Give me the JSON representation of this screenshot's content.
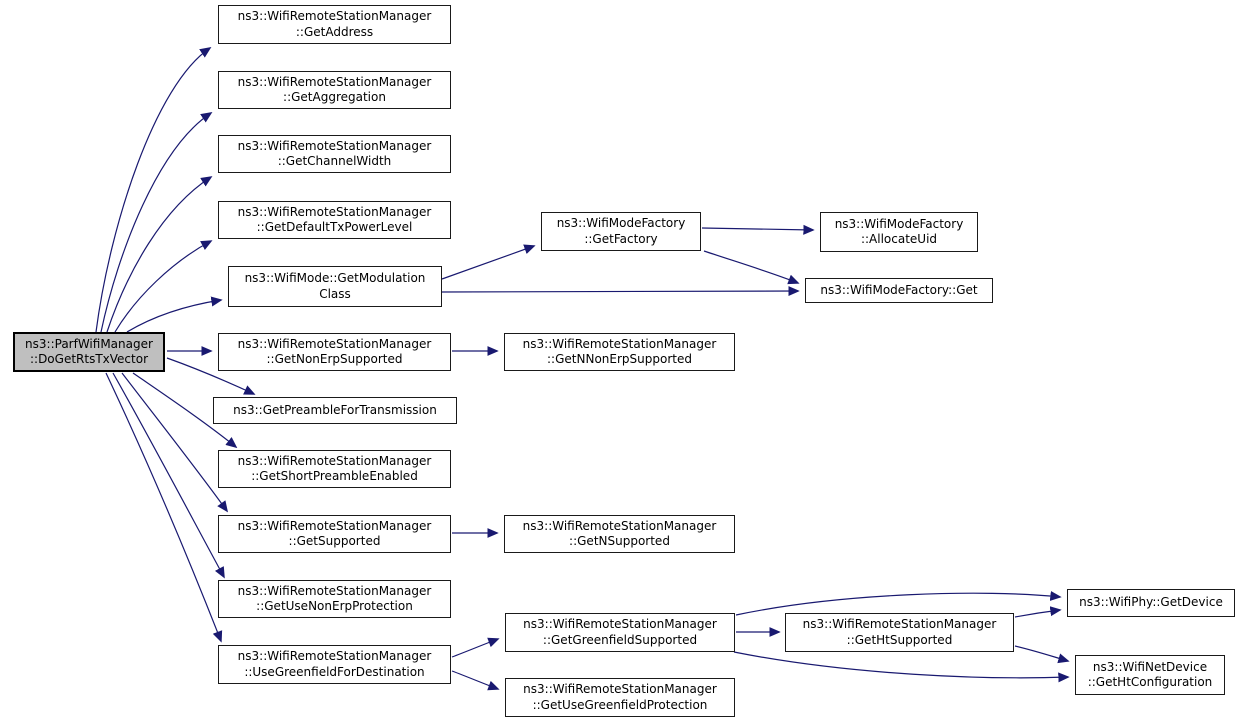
{
  "diagram": {
    "type": "doxygen-call-graph",
    "colors": {
      "edge": "#191970",
      "node_fill": "#ffffff",
      "node_border": "#1a1a1a",
      "root_fill": "#bfbfbf",
      "background": "#ffffff"
    },
    "nodes": {
      "root": {
        "lines": [
          "ns3::ParfWifiManager",
          "::DoGetRtsTxVector"
        ]
      },
      "get_address": {
        "lines": [
          "ns3::WifiRemoteStationManager",
          "::GetAddress"
        ]
      },
      "get_aggregation": {
        "lines": [
          "ns3::WifiRemoteStationManager",
          "::GetAggregation"
        ]
      },
      "get_channel_width": {
        "lines": [
          "ns3::WifiRemoteStationManager",
          "::GetChannelWidth"
        ]
      },
      "get_default_tx_power_level": {
        "lines": [
          "ns3::WifiRemoteStationManager",
          "::GetDefaultTxPowerLevel"
        ]
      },
      "get_modulation_class": {
        "lines": [
          "ns3::WifiMode::GetModulation",
          "Class"
        ]
      },
      "get_non_erp_supported": {
        "lines": [
          "ns3::WifiRemoteStationManager",
          "::GetNonErpSupported"
        ]
      },
      "get_preamble_for_transmission": {
        "lines": [
          "ns3::GetPreambleForTransmission"
        ]
      },
      "get_short_preamble_enabled": {
        "lines": [
          "ns3::WifiRemoteStationManager",
          "::GetShortPreambleEnabled"
        ]
      },
      "get_supported": {
        "lines": [
          "ns3::WifiRemoteStationManager",
          "::GetSupported"
        ]
      },
      "get_use_non_erp_protection": {
        "lines": [
          "ns3::WifiRemoteStationManager",
          "::GetUseNonErpProtection"
        ]
      },
      "use_greenfield_for_destination": {
        "lines": [
          "ns3::WifiRemoteStationManager",
          "::UseGreenfieldForDestination"
        ]
      },
      "get_factory": {
        "lines": [
          "ns3::WifiModeFactory",
          "::GetFactory"
        ]
      },
      "allocate_uid": {
        "lines": [
          "ns3::WifiModeFactory",
          "::AllocateUid"
        ]
      },
      "wifi_mode_factory_get": {
        "lines": [
          "ns3::WifiModeFactory::Get"
        ]
      },
      "get_n_non_erp_supported": {
        "lines": [
          "ns3::WifiRemoteStationManager",
          "::GetNNonErpSupported"
        ]
      },
      "get_n_supported": {
        "lines": [
          "ns3::WifiRemoteStationManager",
          "::GetNSupported"
        ]
      },
      "get_greenfield_supported": {
        "lines": [
          "ns3::WifiRemoteStationManager",
          "::GetGreenfieldSupported"
        ]
      },
      "get_use_greenfield_protection": {
        "lines": [
          "ns3::WifiRemoteStationManager",
          "::GetUseGreenfieldProtection"
        ]
      },
      "get_ht_supported": {
        "lines": [
          "ns3::WifiRemoteStationManager",
          "::GetHtSupported"
        ]
      },
      "get_device": {
        "lines": [
          "ns3::WifiPhy::GetDevice"
        ]
      },
      "get_ht_configuration": {
        "lines": [
          "ns3::WifiNetDevice",
          "::GetHtConfiguration"
        ]
      }
    },
    "edges": [
      {
        "from": "root",
        "to": "get_address"
      },
      {
        "from": "root",
        "to": "get_aggregation"
      },
      {
        "from": "root",
        "to": "get_channel_width"
      },
      {
        "from": "root",
        "to": "get_default_tx_power_level"
      },
      {
        "from": "root",
        "to": "get_modulation_class"
      },
      {
        "from": "root",
        "to": "get_non_erp_supported"
      },
      {
        "from": "root",
        "to": "get_preamble_for_transmission"
      },
      {
        "from": "root",
        "to": "get_short_preamble_enabled"
      },
      {
        "from": "root",
        "to": "get_supported"
      },
      {
        "from": "root",
        "to": "get_use_non_erp_protection"
      },
      {
        "from": "root",
        "to": "use_greenfield_for_destination"
      },
      {
        "from": "get_modulation_class",
        "to": "get_factory"
      },
      {
        "from": "get_modulation_class",
        "to": "wifi_mode_factory_get"
      },
      {
        "from": "get_factory",
        "to": "allocate_uid"
      },
      {
        "from": "get_factory",
        "to": "wifi_mode_factory_get"
      },
      {
        "from": "get_non_erp_supported",
        "to": "get_n_non_erp_supported"
      },
      {
        "from": "get_supported",
        "to": "get_n_supported"
      },
      {
        "from": "use_greenfield_for_destination",
        "to": "get_greenfield_supported"
      },
      {
        "from": "use_greenfield_for_destination",
        "to": "get_use_greenfield_protection"
      },
      {
        "from": "get_greenfield_supported",
        "to": "get_ht_supported"
      },
      {
        "from": "get_greenfield_supported",
        "to": "get_device"
      },
      {
        "from": "get_greenfield_supported",
        "to": "get_ht_configuration"
      },
      {
        "from": "get_ht_supported",
        "to": "get_device"
      },
      {
        "from": "get_ht_supported",
        "to": "get_ht_configuration"
      }
    ]
  }
}
